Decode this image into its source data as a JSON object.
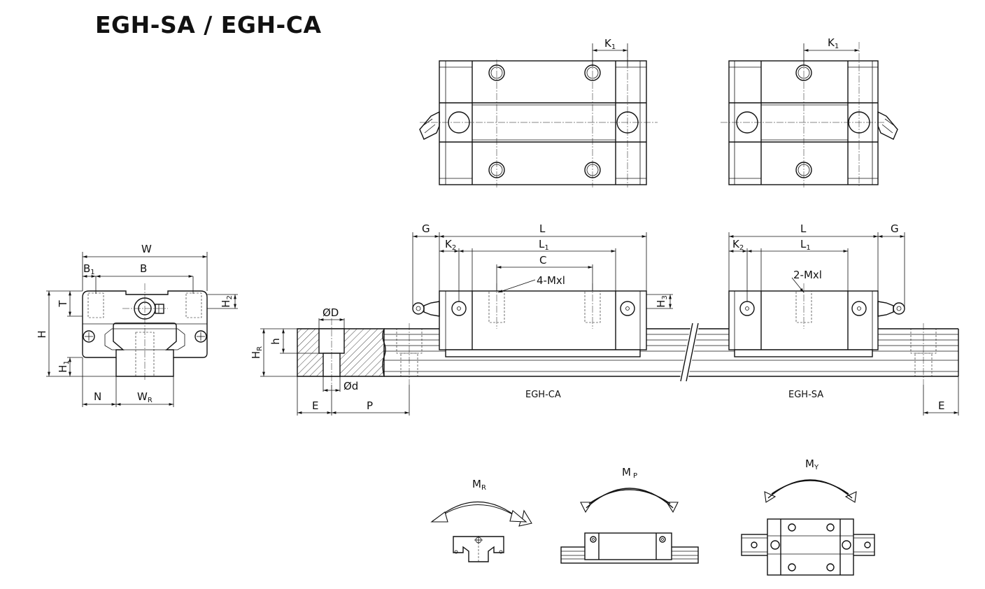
{
  "title": "EGH-SA / EGH-CA",
  "dims": {
    "K": "K",
    "one": "1",
    "two": "2",
    "three": "3",
    "R": "R",
    "Y": "Y",
    "P_sub": "P",
    "G": "G",
    "L": "L",
    "C": "C",
    "W": "W",
    "B": "B",
    "H": "H",
    "T": "T",
    "N": "N",
    "E": "E",
    "P": "P",
    "h": "h",
    "M": "M",
    "phiD": "ØD",
    "phid": "Ød",
    "holes4": "4-Mxl",
    "holes2": "2-Mxl"
  },
  "labels": {
    "ca": "EGH-CA",
    "sa": "EGH-SA"
  }
}
